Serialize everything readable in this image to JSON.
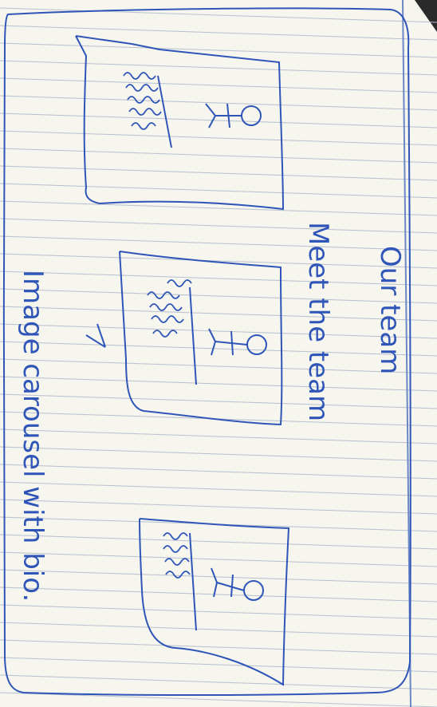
{
  "sketch": {
    "heading": "Our team",
    "subheading": "Meet the team",
    "note": "Image carousel with bio.",
    "ink_color": "#2f55b8",
    "paper_color": "#f6f6ee",
    "rule_color": "#b7bfcf",
    "margin_color": "#6b87c7",
    "cards": [
      {
        "name": "team-card-1",
        "icon": "stick-figure-icon"
      },
      {
        "name": "team-card-2",
        "icon": "stick-figure-icon"
      },
      {
        "name": "team-card-3",
        "icon": "stick-figure-icon"
      }
    ]
  }
}
